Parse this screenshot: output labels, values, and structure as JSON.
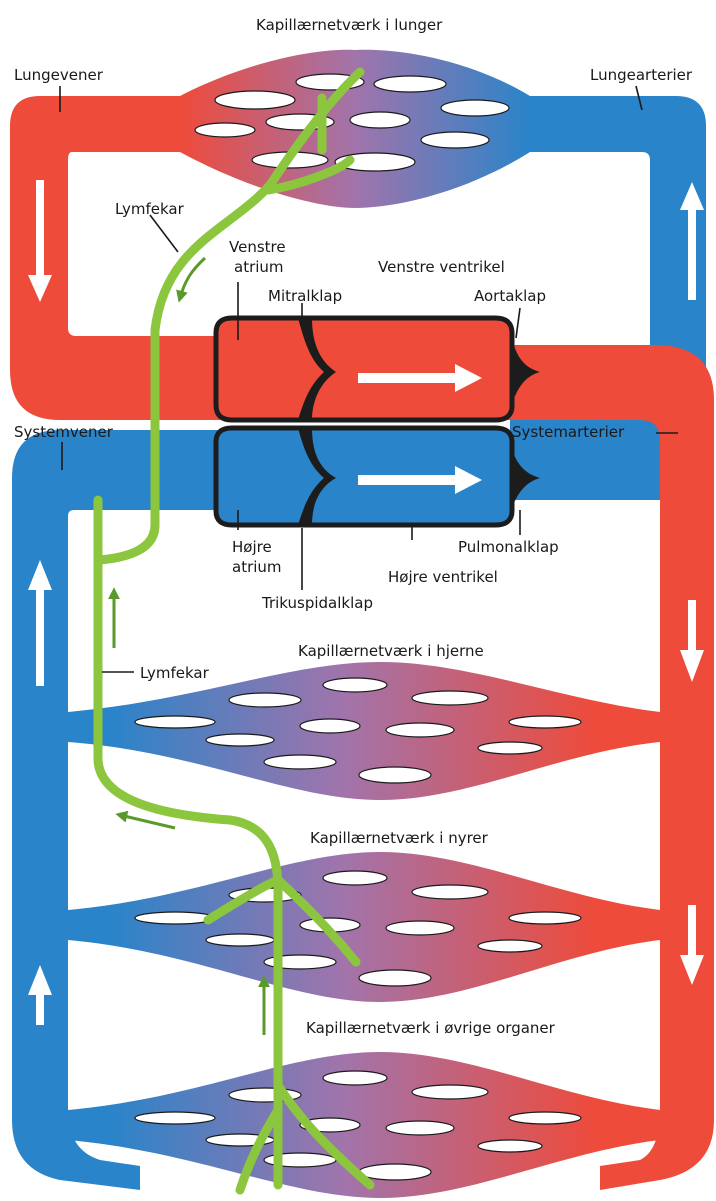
{
  "colors": {
    "oxygenated": "#ee4b3b",
    "deoxygenated": "#2a84c9",
    "capillary_mid": "#a174ab",
    "lymph": "#8cc63f",
    "lymph_arrow": "#5a9a2a",
    "heart_outline": "#1c1c1c"
  },
  "labels": {
    "lung_capillaries": "Kapillærnetværk i lunger",
    "pulmonary_veins": "Lungevener",
    "pulmonary_arteries": "Lungearterier",
    "lymph_vessel_top": "Lymfekar",
    "left_atrium_l1": "Venstre",
    "left_atrium_l2": "atrium",
    "left_ventricle": "Venstre ventrikel",
    "mitral_valve": "Mitralklap",
    "aortic_valve": "Aortaklap",
    "systemic_veins": "Systemvener",
    "systemic_arteries": "Systemarterier",
    "right_atrium_l1": "Højre",
    "right_atrium_l2": "atrium",
    "tricuspid_valve": "Trikuspidalklap",
    "right_ventricle": "Højre ventrikel",
    "pulmonary_valve": "Pulmonalklap",
    "lymph_vessel_bottom": "Lymfekar",
    "brain_capillaries": "Kapillærnetværk i hjerne",
    "kidney_capillaries": "Kapillærnetværk i nyrer",
    "other_capillaries": "Kapillærnetværk i øvrige organer"
  },
  "icons": {
    "flow_arrow": "white-arrow-icon",
    "lymph_flow_arrow": "green-arrow-icon"
  }
}
